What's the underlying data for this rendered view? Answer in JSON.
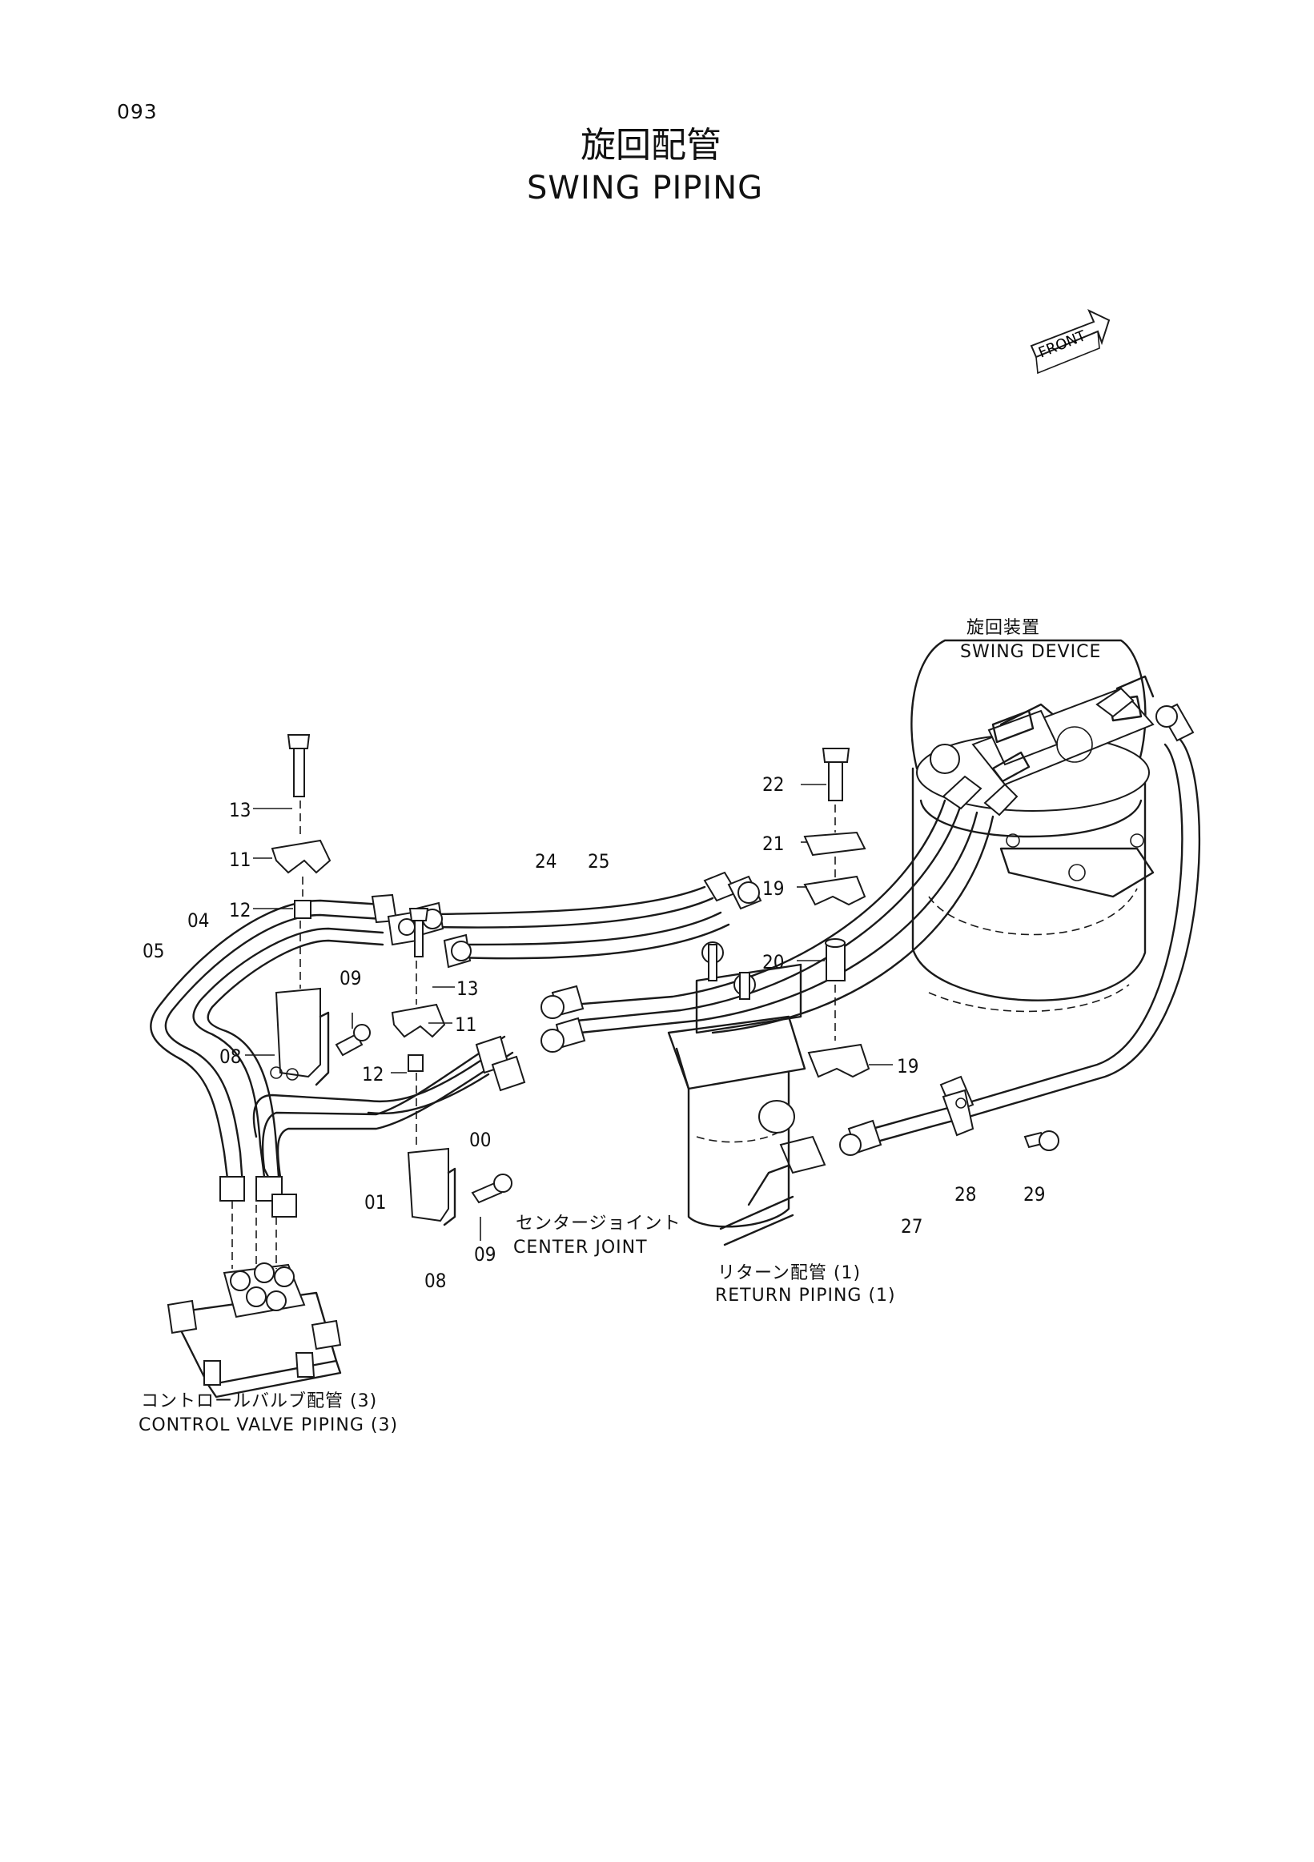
{
  "page_number": "093",
  "title": {
    "japanese": "旋回配管",
    "english": "SWING PIPING"
  },
  "front_indicator": "FRONT",
  "components": {
    "swing_device": {
      "japanese": "旋回装置",
      "english": "SWING DEVICE"
    },
    "center_joint": {
      "japanese": "センタージョイント",
      "english": "CENTER JOINT"
    },
    "return_piping": {
      "japanese": "リターン配管 (1)",
      "english": "RETURN PIPING (1)"
    },
    "control_valve_piping": {
      "japanese": "コントロールバルブ配管 (3)",
      "english": "CONTROL VALVE PIPING (3)"
    }
  },
  "part_numbers": {
    "p00": "00",
    "p01": "01",
    "p04": "04",
    "p05": "05",
    "p08a": "08",
    "p08b": "08",
    "p09a": "09",
    "p09b": "09",
    "p11a": "11",
    "p11b": "11",
    "p12a": "12",
    "p12b": "12",
    "p13a": "13",
    "p13b": "13",
    "p19a": "19",
    "p19b": "19",
    "p20": "20",
    "p21": "21",
    "p22": "22",
    "p24": "24",
    "p25": "25",
    "p27": "27",
    "p28": "28",
    "p29": "29"
  }
}
